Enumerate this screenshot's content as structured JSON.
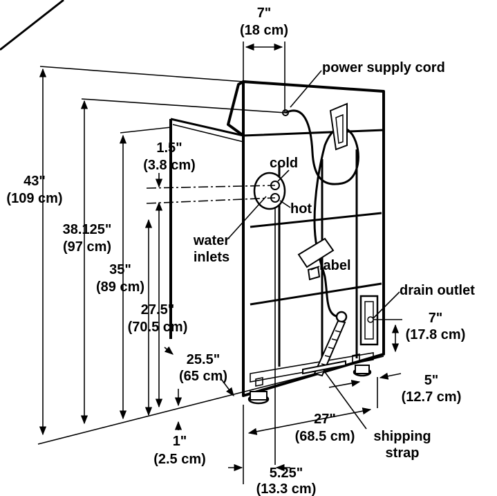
{
  "labels": {
    "cord": "power supply cord",
    "cold": "cold",
    "hot": "hot",
    "water1": "water",
    "water2": "inlets",
    "label": "label",
    "drain": "drain outlet",
    "strap1": "shipping",
    "strap2": "strap"
  },
  "dimensions": {
    "top_in": "7\"",
    "top_cm": "(18 cm)",
    "d43_in": "43\"",
    "d43_cm": "(109 cm)",
    "d38_in": "38.125\"",
    "d38_cm": "(97 cm)",
    "d35_in": "35\"",
    "d35_cm": "(89 cm)",
    "d15_in": "1.5\"",
    "d15_cm": "(3.8 cm)",
    "d275_in": "27.5\"",
    "d275_cm": "(70.5 cm)",
    "d255_in": "25.5\"",
    "d255_cm": "(65 cm)",
    "d1_in": "1\"",
    "d1_cm": "(2.5 cm)",
    "d27_in": "27\"",
    "d27_cm": "(68.5 cm)",
    "d525_in": "5.25\"",
    "d525_cm": "(13.3 cm)",
    "d5_in": "5\"",
    "d5_cm": "(12.7 cm)",
    "d7b_in": "7\"",
    "d7b_cm": "(17.8 cm)"
  }
}
